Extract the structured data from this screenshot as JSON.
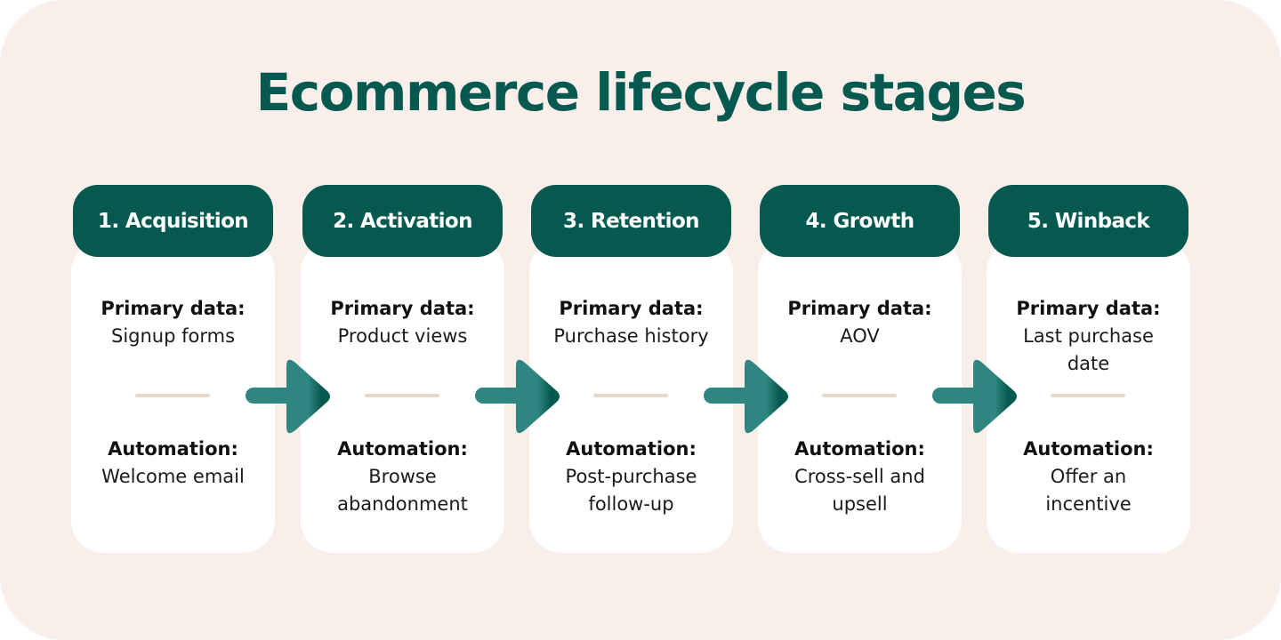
{
  "title": "Ecommerce lifecycle stages",
  "colors": {
    "background": "#f8eeea",
    "brand_dark_green": "#06594f",
    "arrow_light_teal": "#2f8580",
    "divider": "#e8d9ce",
    "card": "#ffffff"
  },
  "stages": [
    {
      "header": "1. Acquisition",
      "primary_label": "Primary data:",
      "primary_value": "Signup forms",
      "automation_label": "Automation:",
      "automation_value": "Welcome email"
    },
    {
      "header": "2. Activation",
      "primary_label": "Primary data:",
      "primary_value": "Product views",
      "automation_label": "Automation:",
      "automation_value": "Browse abandonment"
    },
    {
      "header": "3. Retention",
      "primary_label": "Primary data:",
      "primary_value": "Purchase history",
      "automation_label": "Automation:",
      "automation_value": "Post-purchase follow-up"
    },
    {
      "header": "4. Growth",
      "primary_label": "Primary data:",
      "primary_value": "AOV",
      "automation_label": "Automation:",
      "automation_value": "Cross-sell and upsell"
    },
    {
      "header": "5. Winback",
      "primary_label": "Primary data:",
      "primary_value": "Last purchase date",
      "automation_label": "Automation:",
      "automation_value": "Offer an incentive"
    }
  ],
  "connectors": [
    {
      "from": "1. Acquisition",
      "to": "2. Activation",
      "icon": "arrow-right-icon"
    },
    {
      "from": "2. Activation",
      "to": "3. Retention",
      "icon": "arrow-right-icon"
    },
    {
      "from": "3. Retention",
      "to": "4. Growth",
      "icon": "arrow-right-icon"
    },
    {
      "from": "4. Growth",
      "to": "5. Winback",
      "icon": "arrow-right-icon"
    }
  ]
}
